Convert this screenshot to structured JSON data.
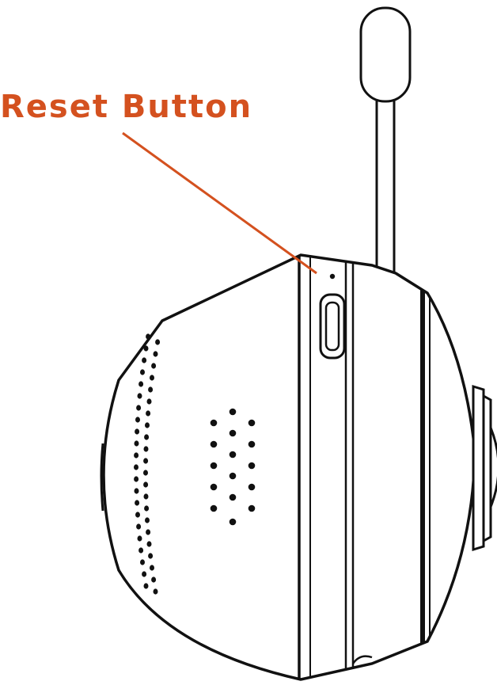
{
  "callout": {
    "label": "Reset Button",
    "color": "#d4511f"
  },
  "parts": {
    "body": "camera-body",
    "antenna": "antenna",
    "reset_hole": "reset-pinhole",
    "port": "usb-port",
    "speaker": "speaker-grille",
    "side_vents": "side-vents",
    "lens": "lens-housing"
  }
}
